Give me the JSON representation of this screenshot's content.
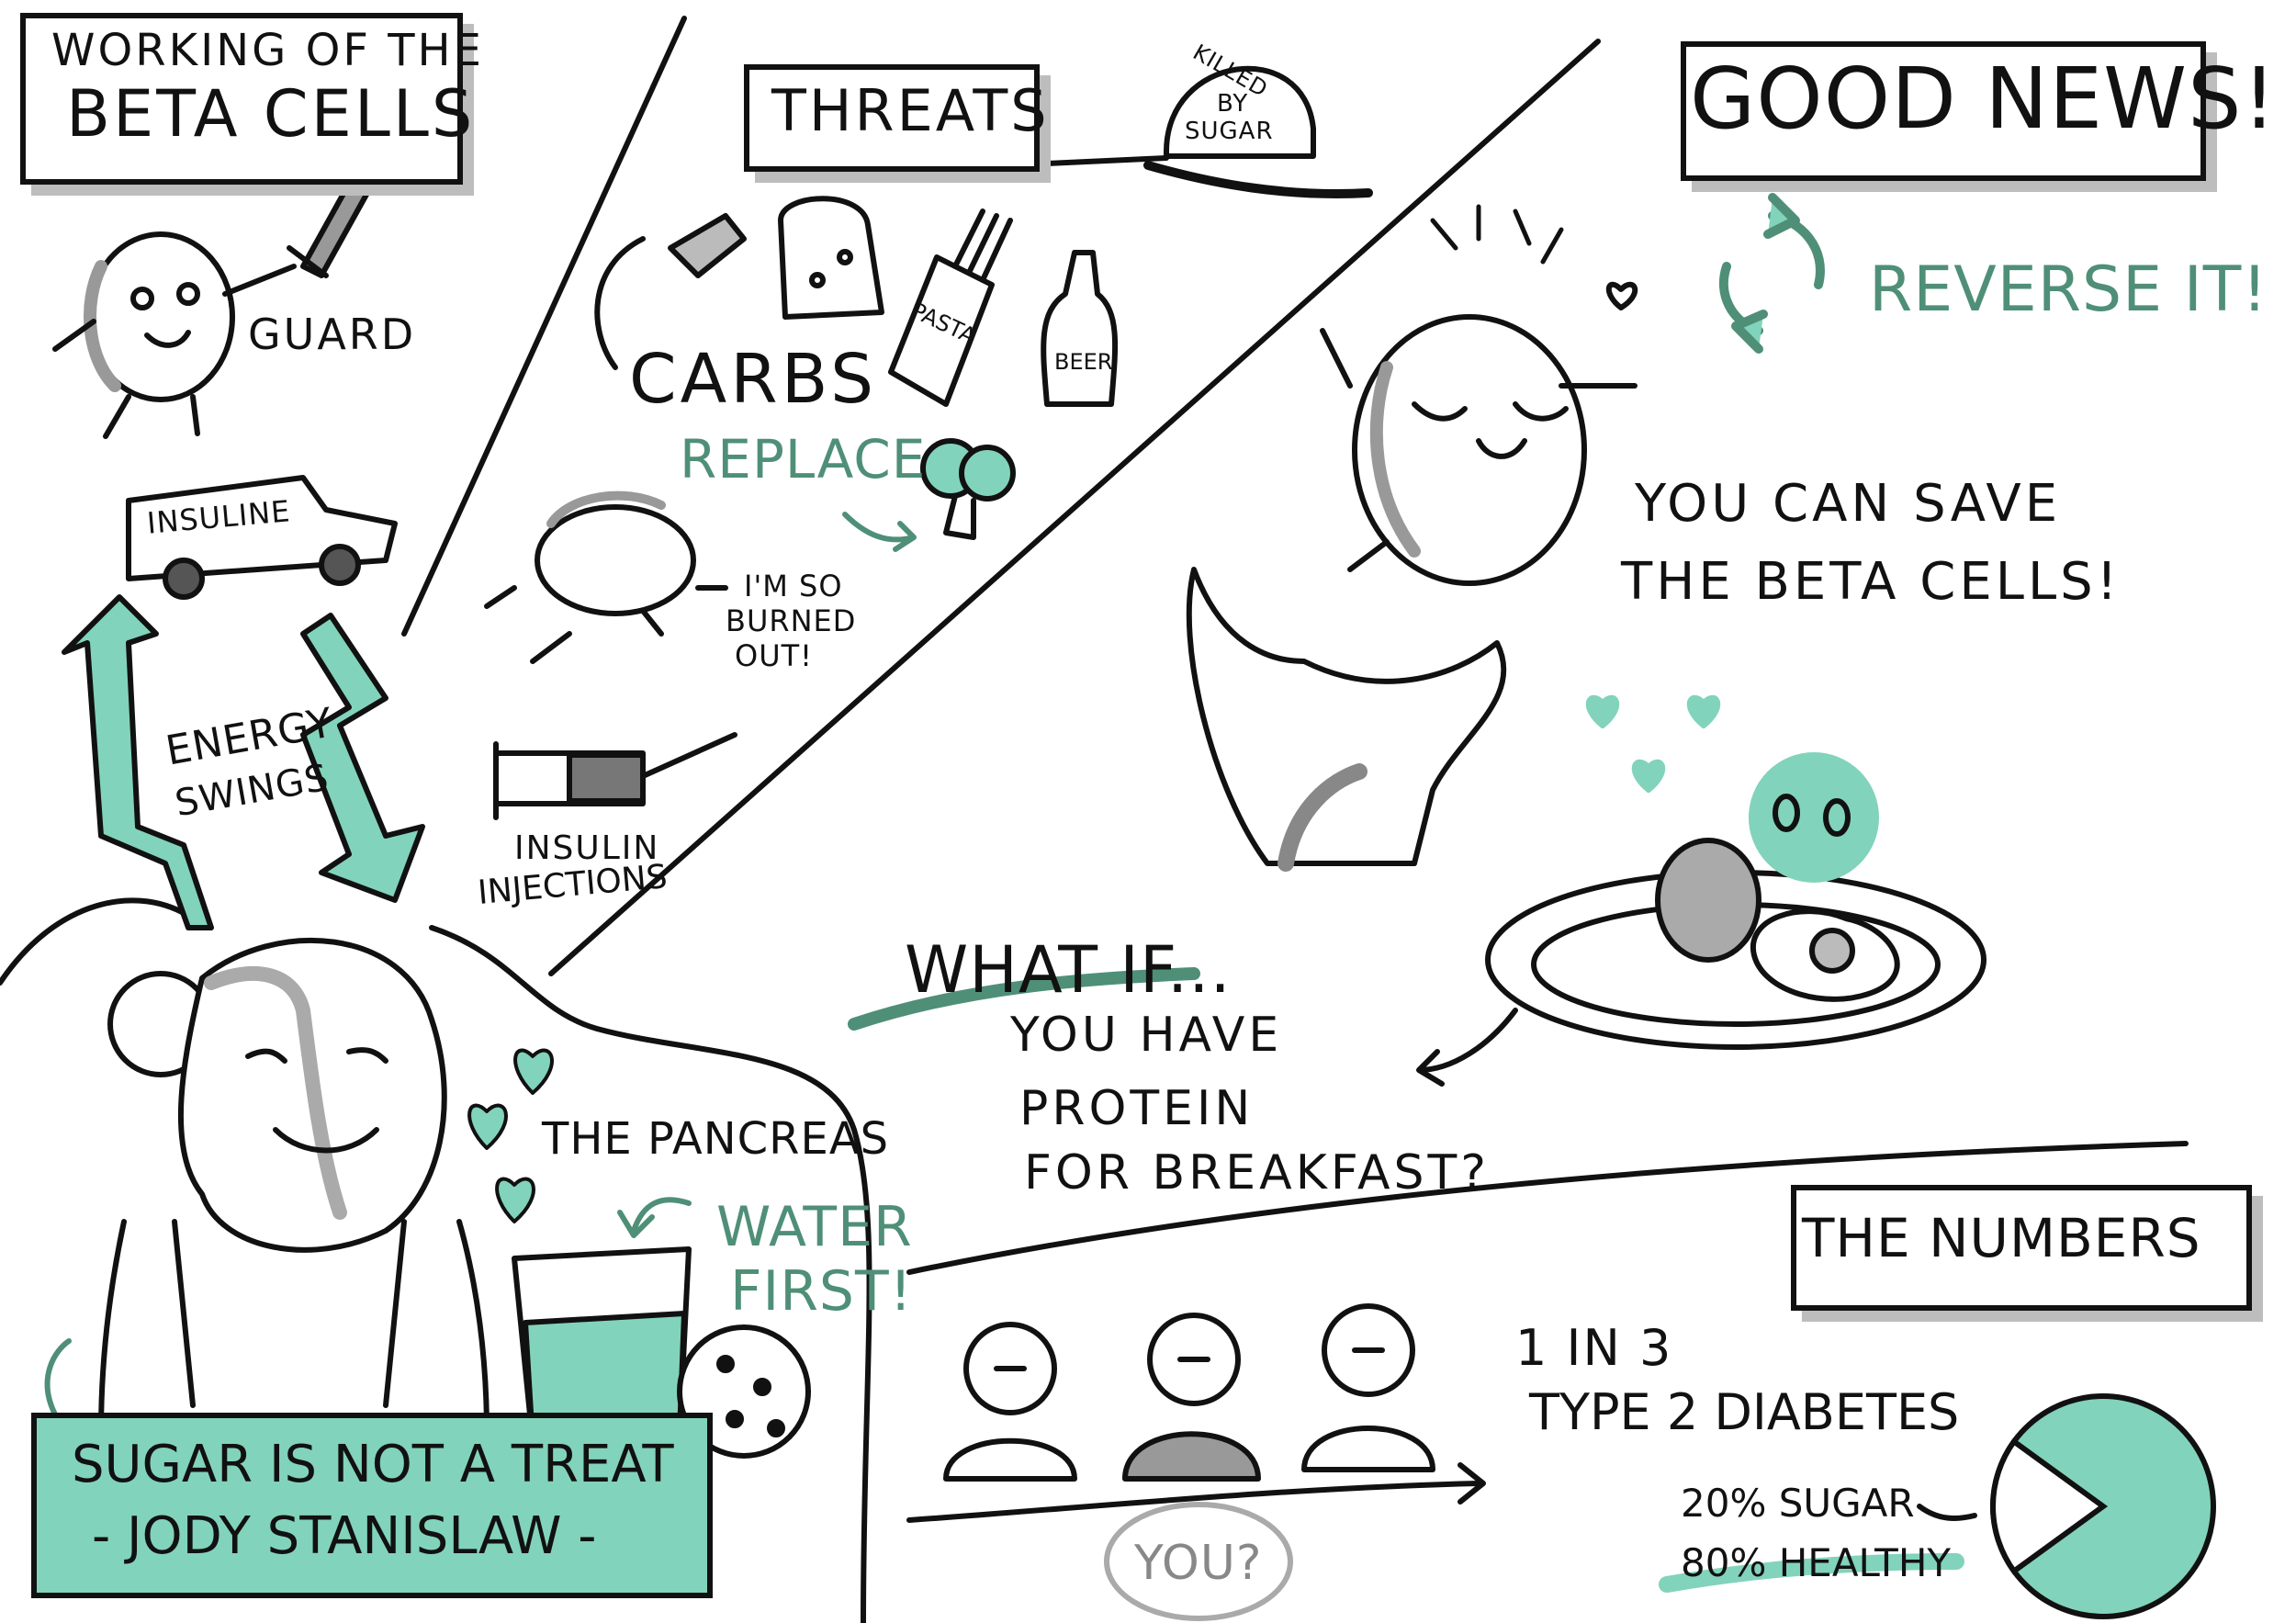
{
  "colors": {
    "accent": "#82d3bb",
    "accent_dark": "#4f8f78",
    "ink": "#111111",
    "shadow": "#bdbdbd"
  },
  "beta_cells": {
    "title_line1": "WORKING OF THE",
    "title_line2": "BETA CELLS",
    "guard_label": "GUARD"
  },
  "insulin_truck": {
    "label": "INSULINE"
  },
  "energy": {
    "line1": "ENERGY",
    "line2": "SWINGS"
  },
  "threats": {
    "title": "THREATS",
    "tombstone": [
      "KILLED",
      "BY",
      "SUGAR"
    ],
    "carbs": "CARBS",
    "pasta": "PASTA",
    "beer": "BEER",
    "replace": "REPLACE",
    "burned_out": [
      "I'M SO",
      "BURNED",
      "OUT!"
    ],
    "injections": [
      "INSULIN",
      "INJECTIONS"
    ]
  },
  "good_news": {
    "title": "GOOD NEWS!",
    "reverse": "REVERSE IT!",
    "save_line1": "YOU CAN SAVE",
    "save_line2": "THE BETA CELLS!"
  },
  "what_if": {
    "title": "WHAT IF...",
    "line1": "YOU HAVE",
    "line2": "PROTEIN",
    "line3": "FOR BREAKFAST?"
  },
  "pancreas": {
    "label": "THE PANCREAS",
    "water_line1": "WATER",
    "water_line2": "FIRST!"
  },
  "quote": {
    "line1": "SUGAR IS NOT A TREAT",
    "line2": "- JODY STANISLAW -"
  },
  "numbers": {
    "title": "THE NUMBERS",
    "line1": "1 IN 3",
    "line2": "TYPE 2 DIABETES",
    "you": "YOU?",
    "sugar_share": 20,
    "sugar_label": "20% SUGAR",
    "healthy_label": "80% HEALTHY"
  }
}
